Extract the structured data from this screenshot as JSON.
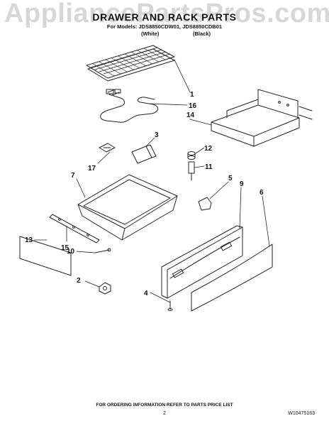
{
  "watermark": "AppliancePartsPros.com",
  "title": "DRAWER AND RACK PARTS",
  "models_line": "For Models: JDS8850CDW01, JDS8850CDB01",
  "variants": {
    "white": "(White)",
    "black": "(Black)"
  },
  "parts": [
    {
      "ref": "1",
      "part": "oven-rack"
    },
    {
      "ref": "2",
      "part": "drawer-roller"
    },
    {
      "ref": "3",
      "part": "drawer-side-bracket"
    },
    {
      "ref": "4",
      "part": "screw"
    },
    {
      "ref": "5",
      "part": "drawer-clip"
    },
    {
      "ref": "6",
      "part": "drawer-front-panel"
    },
    {
      "ref": "7",
      "part": "drawer-pan"
    },
    {
      "ref": "9",
      "part": "drawer-front-frame"
    },
    {
      "ref": "10",
      "part": "drawer-pin"
    },
    {
      "ref": "11",
      "part": "drawer-slide-stud"
    },
    {
      "ref": "12",
      "part": "drawer-spacer"
    },
    {
      "ref": "13",
      "part": "drawer-back-panel"
    },
    {
      "ref": "14",
      "part": "drawer-liner-tray"
    },
    {
      "ref": "15",
      "part": "drawer-rail"
    },
    {
      "ref": "16",
      "part": "bake-element"
    },
    {
      "ref": "17",
      "part": "element-bracket"
    }
  ],
  "footer": "FOR ORDERING INFORMATION REFER TO PARTS PRICE LIST",
  "page_number": "2",
  "doc_number": "W10475163"
}
